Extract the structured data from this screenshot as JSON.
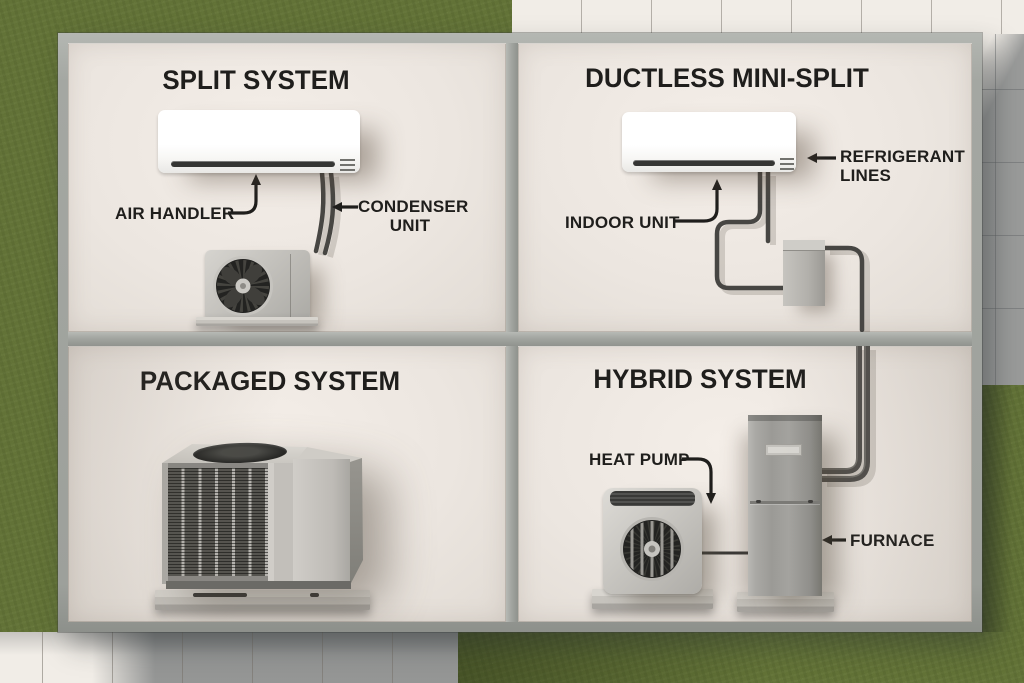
{
  "diagram": {
    "panels": {
      "split": {
        "title": "SPLIT SYSTEM",
        "labels": {
          "air_handler": "AIR HANDLER",
          "condenser_unit": "CONDENSER\nUNIT"
        }
      },
      "ductless": {
        "title": "DUCTLESS MINI-SPLIT",
        "labels": {
          "refrigerant_lines": "REFRIGERANT\nLINES",
          "indoor_unit": "INDOOR UNIT"
        }
      },
      "packaged": {
        "title": "PACKAGED SYSTEM"
      },
      "hybrid": {
        "title": "HYBRID SYSTEM",
        "labels": {
          "heat_pump": "HEAT PUMP",
          "furnace": "FURNACE"
        }
      }
    },
    "colors": {
      "grass": "#70803f",
      "tile": "#f1ede7",
      "frame": "#a4a7a2",
      "panel": "#ece6e0",
      "pipe": "#474643",
      "text": "#1f1e1c"
    }
  }
}
